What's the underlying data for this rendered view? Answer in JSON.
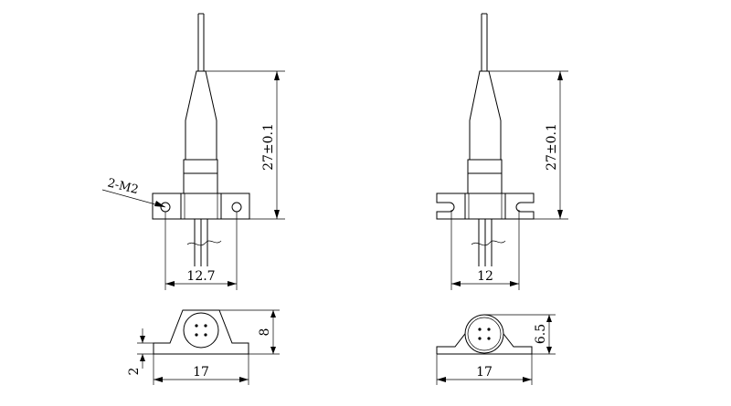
{
  "drawing": {
    "left_side_view": {
      "height_dim": "27±0.1",
      "width_dim": "12.7",
      "hole_callout": "2-M2"
    },
    "right_side_view": {
      "height_dim": "27±0.1",
      "width_dim": "12"
    },
    "left_bottom_view": {
      "height_dim": "8",
      "thickness_dim": "2",
      "width_dim": "17"
    },
    "right_bottom_view": {
      "height_dim": "6.5",
      "width_dim": "17"
    }
  }
}
